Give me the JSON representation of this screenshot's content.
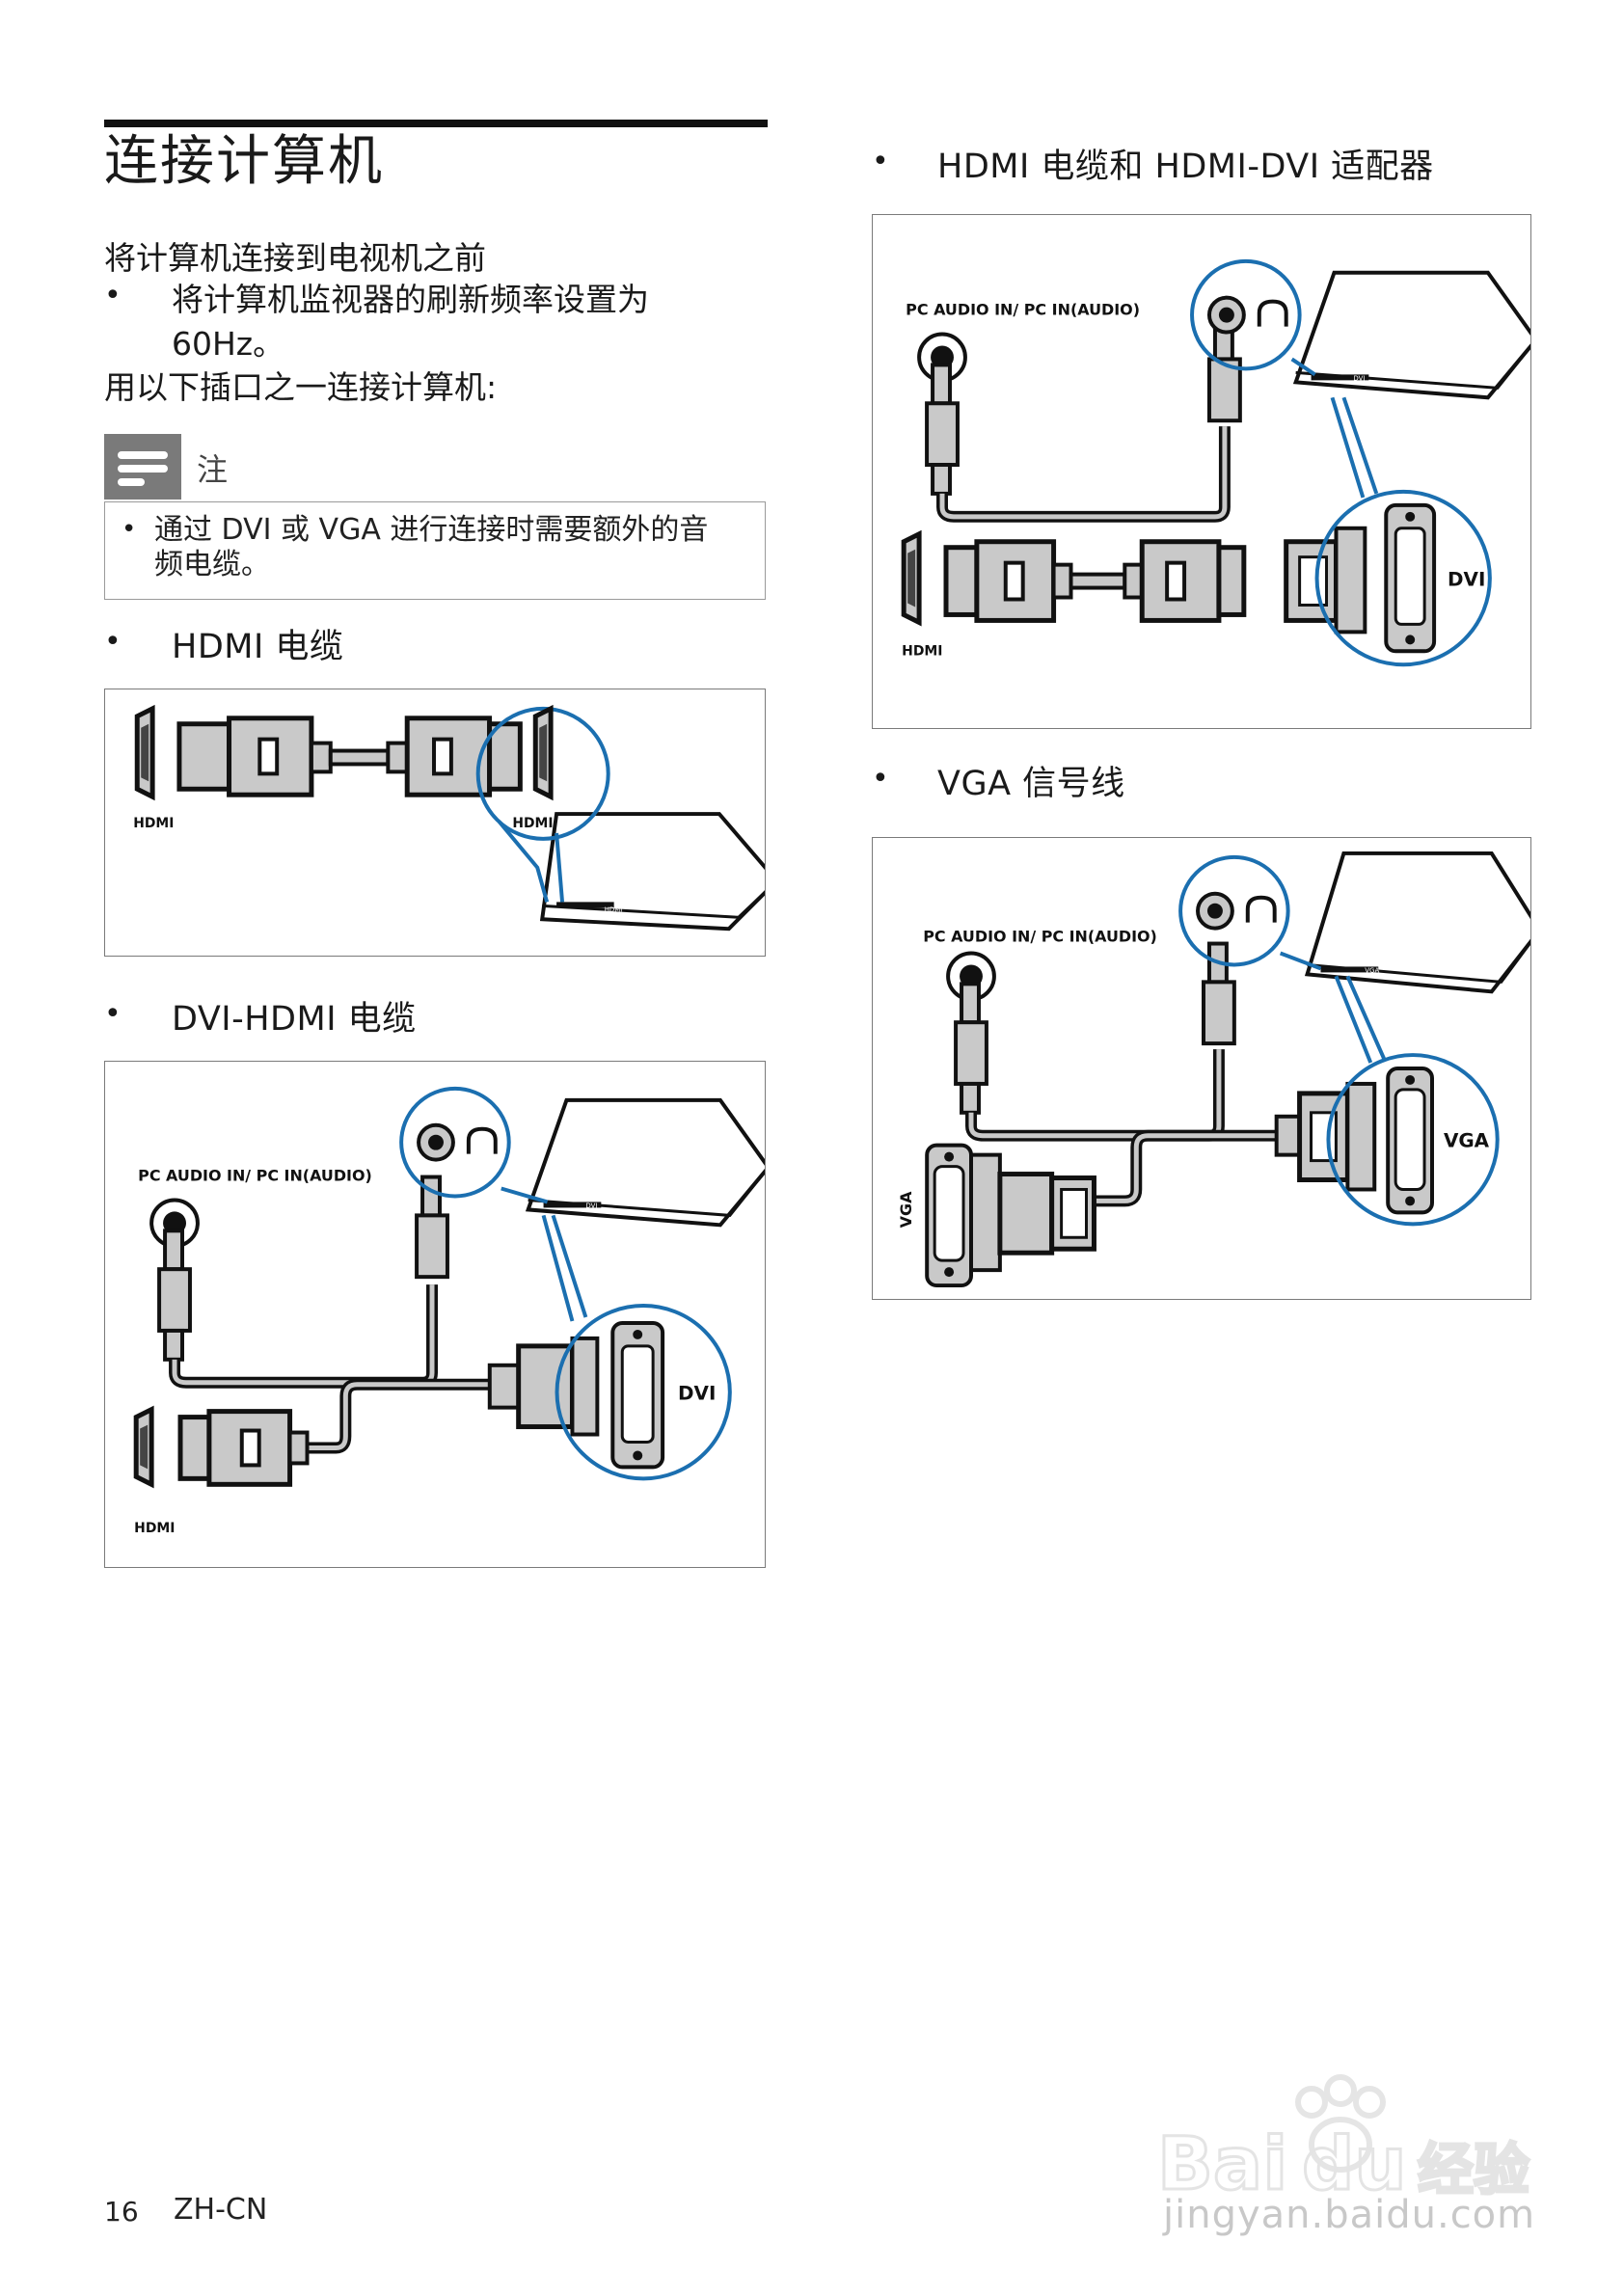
{
  "page": {
    "title": "连接计算机",
    "intro_heading": "将计算机连接到电视机之前",
    "intro_bullet_line1": "将计算机监视器的刷新频率设置为",
    "intro_bullet_line2": "60Hz。",
    "intro_connect": "用以下插口之一连接计算机:",
    "bullet_symbol": "•"
  },
  "note": {
    "label": "注",
    "line1": "通过 DVI 或 VGA 进行连接时需要额外的音",
    "line2": "频电缆。"
  },
  "sections": {
    "hdmi": {
      "heading": "HDMI 电缆",
      "labels": {
        "left": "HDMI",
        "right": "HDMI",
        "laptop_port": "HDMI"
      }
    },
    "dvi_hdmi": {
      "heading": "DVI-HDMI 电缆",
      "labels": {
        "audio": "PC AUDIO IN/ PC IN(AUDIO)",
        "dvi": "DVI",
        "hdmi": "HDMI",
        "laptop_port": "DVI"
      }
    },
    "hdmi_dvi": {
      "heading": "HDMI 电缆和 HDMI-DVI 适配器",
      "labels": {
        "audio": "PC AUDIO IN/ PC IN(AUDIO)",
        "dvi": "DVI",
        "hdmi": "HDMI",
        "laptop_port": "DVI"
      }
    },
    "vga": {
      "heading": "VGA 信号线",
      "labels": {
        "audio": "PC AUDIO IN/ PC IN(AUDIO)",
        "vga_right": "VGA",
        "vga_left": "VGA",
        "laptop_port": "VGA"
      }
    }
  },
  "footer": {
    "page_number": "16",
    "language": "ZH-CN"
  },
  "watermark": {
    "logo": "Bai du 经验",
    "text": "jingyan.baidu.com"
  },
  "colors": {
    "callout_blue": "#1b6fb0",
    "connector_fill": "#c9c9c9",
    "cable": "#3a3a3a",
    "note_badge": "#7a7a7a"
  }
}
